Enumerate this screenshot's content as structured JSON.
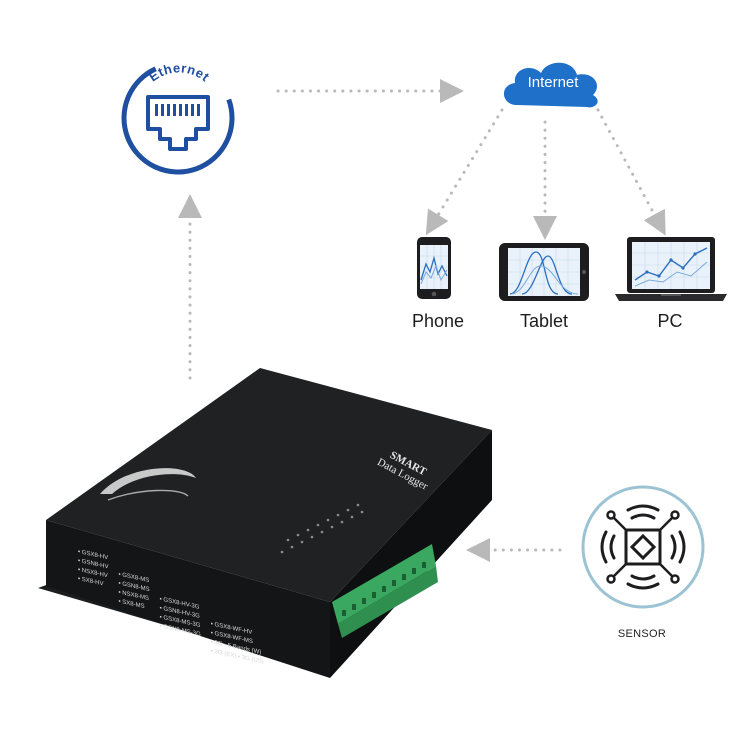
{
  "ethernet": {
    "label": "Ethernet"
  },
  "cloud": {
    "label": "Internet"
  },
  "devices": [
    {
      "label": "Phone"
    },
    {
      "label": "Tablet"
    },
    {
      "label": "PC"
    }
  ],
  "logger": {
    "brand": "SMART",
    "model": "Data Logger",
    "variants": [
      [
        "GSX8-HV",
        "GSN8-HV",
        "NSX8-HV",
        "SX8-HV"
      ],
      [
        "GSX8-MS",
        "GSN8-MS",
        "NSX8-MS",
        "SX8-MS"
      ],
      [
        "GSX8-HV-3G",
        "GSN8-HV-3G",
        "GSX8-MS-3G",
        "GSN8-MS-3G"
      ],
      [
        "GSX8-WF-HV",
        "GSX8-WF-MS",
        "3G - 5 Bands (W)",
        "3G (EX)",
        "3G (US)"
      ]
    ]
  },
  "sensor": {
    "label": "SENSOR"
  },
  "colors": {
    "ethernet_blue": "#1f4fa0",
    "cloud_blue": "#1e70c8",
    "device_blue": "#2b6fc0",
    "sensor_ring": "#9bc3d3",
    "logger_body": "#1b1d1f",
    "terminal_green": "#3aa860",
    "arrow_gray": "#b9b9b9"
  }
}
